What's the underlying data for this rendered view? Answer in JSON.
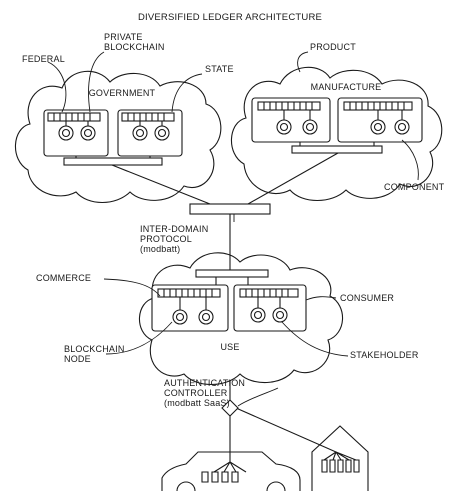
{
  "title": "DIVERSIFIED LEDGER ARCHITECTURE",
  "clouds": {
    "government": {
      "label": "GOVERNMENT",
      "callouts": {
        "federal": "FEDERAL",
        "private_line1": "PRIVATE",
        "private_line2": "BLOCKCHAIN",
        "state": "STATE"
      }
    },
    "manufacture": {
      "label": "MANUFACTURE",
      "callouts": {
        "product": "PRODUCT",
        "component": "COMPONENT"
      }
    },
    "use": {
      "label": "USE",
      "callouts": {
        "commerce": "COMMERCE",
        "consumer": "CONSUMER",
        "node_line1": "BLOCKCHAIN",
        "node_line2": "NODE",
        "stakeholder": "STAKEHOLDER"
      }
    }
  },
  "protocol": {
    "line1": "INTER-DOMAIN",
    "line2": "PROTOCOL",
    "line3": "(modbatt)"
  },
  "controller": {
    "line1": "AUTHENTICATION",
    "line2": "CONTROLLER",
    "line3": "(modbatt SaaS)"
  },
  "icons": [
    "car-icon",
    "house-icon"
  ],
  "colors": {
    "ink": "#1a1a1a",
    "background": "#ffffff"
  }
}
